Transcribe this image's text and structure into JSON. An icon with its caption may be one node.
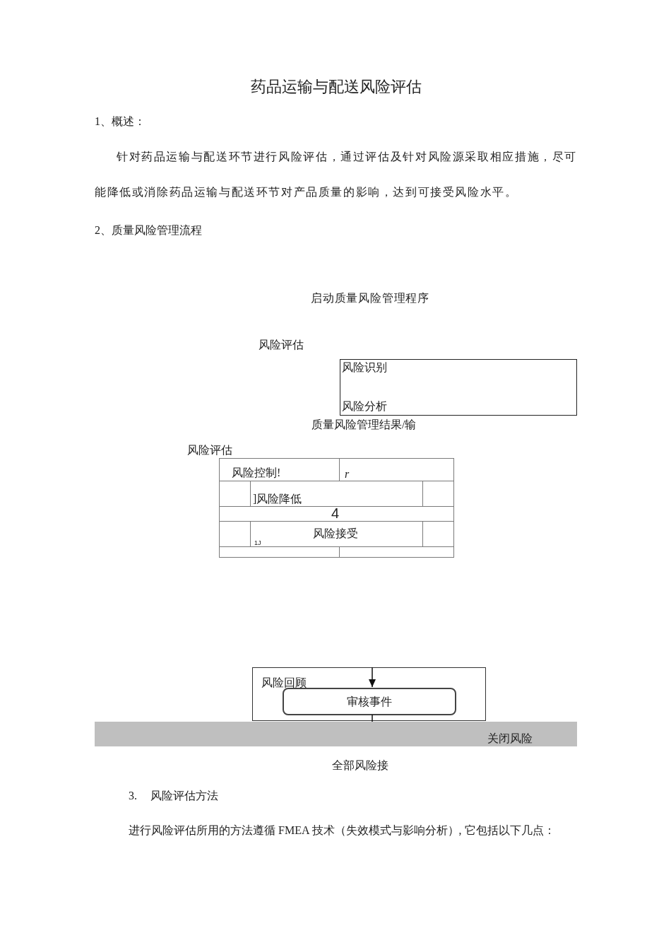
{
  "diagram": {
    "title": "药品运输与配送风险评估",
    "nodes": [
      {
        "text": [
          "风险识别",
          "风险分析"
        ]
      },
      {
        "text": [
          "风险回顾"
        ]
      },
      {
        "text": [
          "审核事件"
        ],
        "in": 1
      },
      {
        "text": [
          "关闭风险"
        ]
      }
    ],
    "edges": [
      {
        "from": null,
        "to": 2,
        "arrow": "to"
      },
      {
        "from": 2,
        "to": 3,
        "arrow": "none"
      }
    ],
    "labels": [
      "1、概述：",
      "针对药品运输与配送环节进行风险评估，通过评估及针对风险源采取相应措施，尽可能降低或消除药品运输与配送环节对产品质量的影响，达到可接受风险水平。",
      "2、质量风险管理流程",
      "启动质量风险管理程序",
      "风险评估",
      "质量风险管理结果/输",
      "风险评估",
      "风险控制!",
      "r",
      "]风险降低",
      "4",
      "1J",
      "风险接受",
      "全部风险接",
      "3.",
      "风险评估方法",
      "进行风险评估所用的方法遵循 FMEA 技术（失效模式与影响分析）, 它包括以下几点："
    ]
  }
}
